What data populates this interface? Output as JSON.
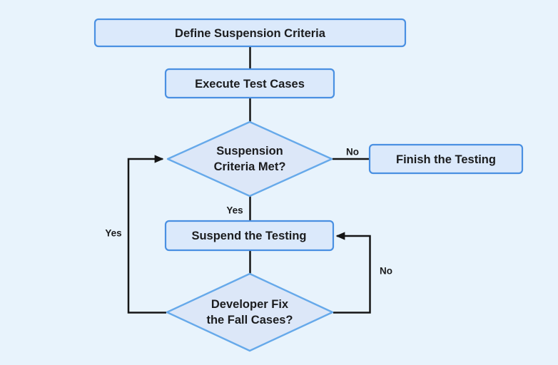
{
  "diagram": {
    "type": "flowchart",
    "colors": {
      "background": "#e8f3fc",
      "process_fill": "#dbe9fb",
      "process_border": "#4a90e2",
      "decision_fill": "#dce7f8",
      "decision_border": "#66a9ea",
      "edge_line": "#151515",
      "text": "#1b1c1e"
    },
    "nodes": {
      "define": {
        "type": "process",
        "label": "Define Suspension Criteria"
      },
      "execute": {
        "type": "process",
        "label": "Execute Test Cases"
      },
      "criteria_met": {
        "type": "decision",
        "label": "Suspension Criteria Met?",
        "line1": "Suspension",
        "line2": "Criteria Met?"
      },
      "finish": {
        "type": "process",
        "label": "Finish the Testing"
      },
      "suspend": {
        "type": "process",
        "label": "Suspend the Testing"
      },
      "developer_fix": {
        "type": "decision",
        "label": "Developer Fix the Fall Cases?",
        "line1": "Developer Fix",
        "line2": "the Fall Cases?"
      }
    },
    "edges": [
      {
        "from": "define",
        "to": "execute",
        "label": ""
      },
      {
        "from": "execute",
        "to": "criteria_met",
        "label": ""
      },
      {
        "from": "criteria_met",
        "to": "finish",
        "label": "No"
      },
      {
        "from": "criteria_met",
        "to": "suspend",
        "label": "Yes"
      },
      {
        "from": "suspend",
        "to": "developer_fix",
        "label": ""
      },
      {
        "from": "developer_fix",
        "to": "criteria_met",
        "label": "Yes",
        "arrowhead": true
      },
      {
        "from": "developer_fix",
        "to": "suspend",
        "label": "No",
        "arrowhead": true
      }
    ],
    "edge_labels": {
      "criteria_no": "No",
      "criteria_yes": "Yes",
      "fix_yes": "Yes",
      "fix_no": "No"
    }
  }
}
